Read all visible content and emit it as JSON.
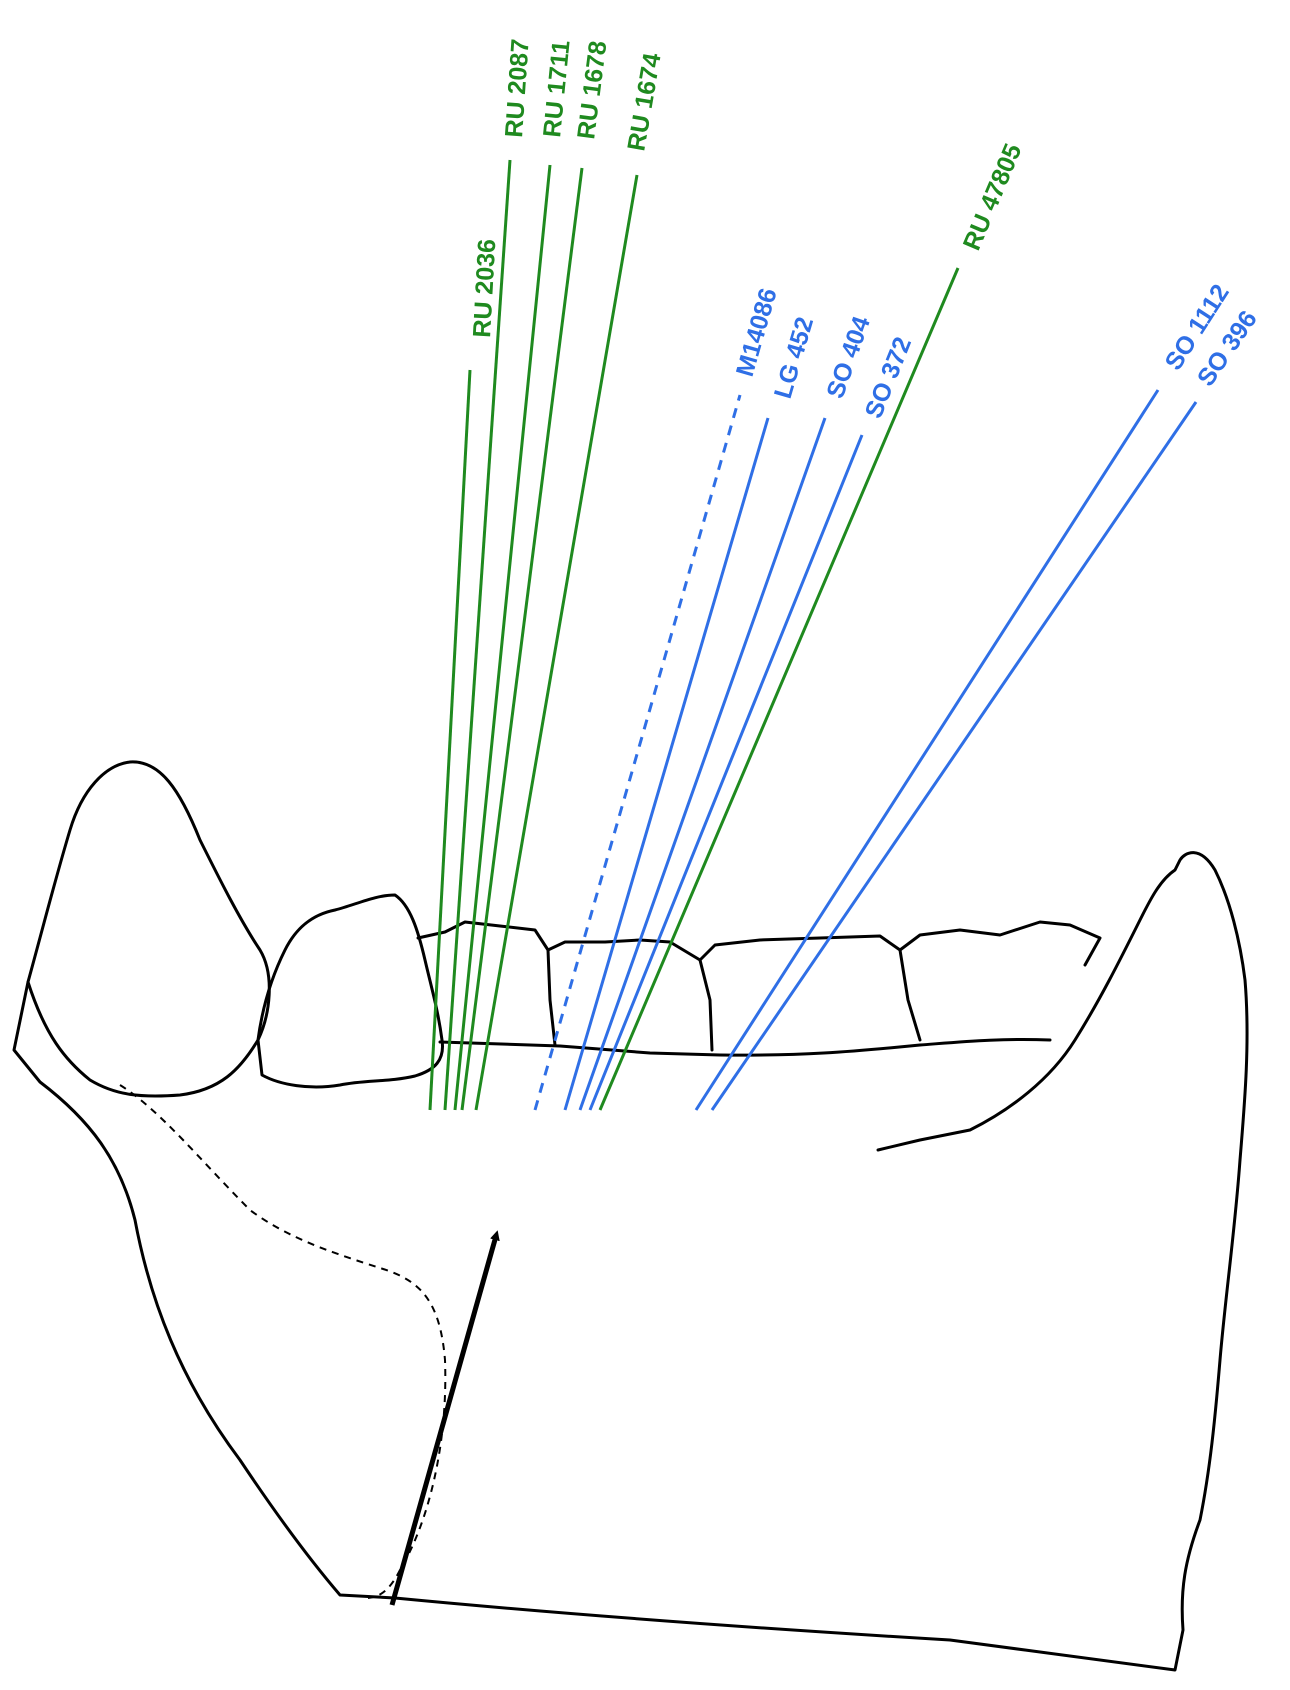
{
  "colors": {
    "group_green": "#1f8a1f",
    "group_blue": "#2f6fe6",
    "outline": "#000000"
  },
  "specimens": [
    {
      "id": "RU 2036",
      "group": "green",
      "style": "solid"
    },
    {
      "id": "RU 2087",
      "group": "green",
      "style": "solid"
    },
    {
      "id": "RU 1711",
      "group": "green",
      "style": "solid"
    },
    {
      "id": "RU 1678",
      "group": "green",
      "style": "solid"
    },
    {
      "id": "RU 1674",
      "group": "green",
      "style": "solid"
    },
    {
      "id": "RU 47805",
      "group": "green",
      "style": "solid"
    },
    {
      "id": "M14086",
      "group": "blue",
      "style": "dashed"
    },
    {
      "id": "LG 452",
      "group": "blue",
      "style": "solid"
    },
    {
      "id": "SO 404",
      "group": "blue",
      "style": "solid"
    },
    {
      "id": "SO 372",
      "group": "blue",
      "style": "solid"
    },
    {
      "id": "SO 1112",
      "group": "blue",
      "style": "solid"
    },
    {
      "id": "SO 396",
      "group": "blue",
      "style": "solid"
    }
  ]
}
